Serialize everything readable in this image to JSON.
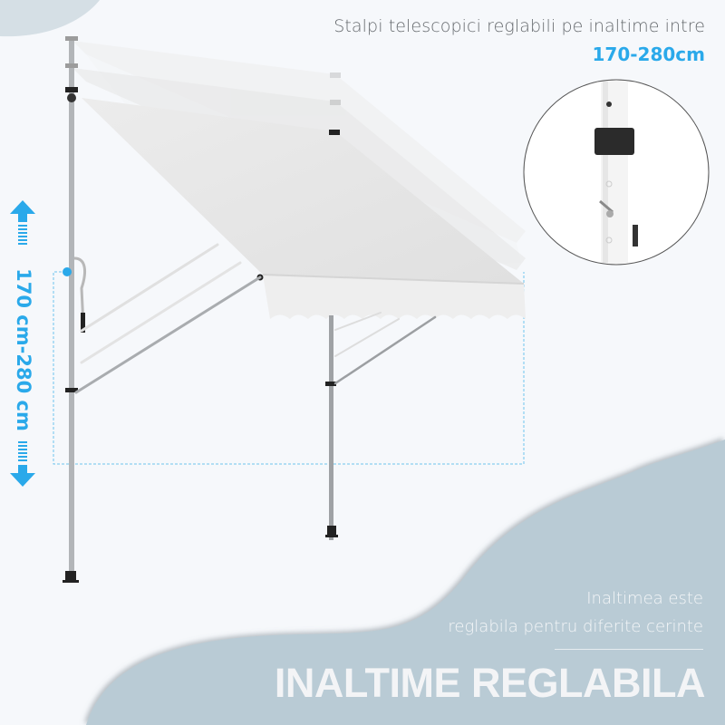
{
  "header": {
    "line1": "Stalpi telescopici reglabili pe inaltime intre",
    "line2": "170-280cm"
  },
  "height_indicator": {
    "label": "170 cm-280 cm",
    "arrow_up_icon": "arrow-up-icon",
    "arrow_down_icon": "arrow-down-icon"
  },
  "detail_inset": {
    "subject": "telescopic pole adjustment detail",
    "icon": "magnified-pole-detail"
  },
  "footer": {
    "subtitle_line1": "Inaltimea este",
    "subtitle_line2": "reglabila pentru diferite cerinte",
    "title": "INALTIME REGLABILA"
  },
  "colors": {
    "background": "#f6f8fb",
    "accent_blue": "#2aa9ea",
    "wave_panel": "#b9cbd5",
    "header_text": "#666a6e",
    "footer_text": "#f3f4f6",
    "pole_gray": "#a9acaf"
  }
}
